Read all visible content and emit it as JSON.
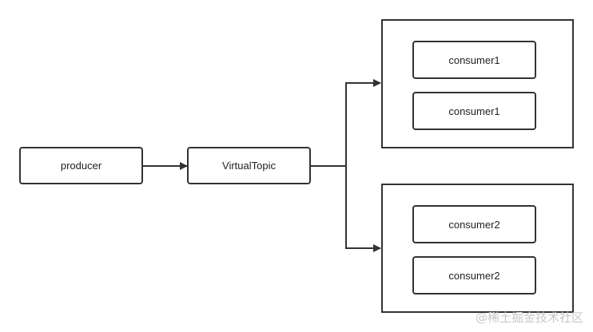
{
  "nodes": {
    "producer": "producer",
    "virtual_topic": "VirtualTopic",
    "group1": {
      "consumer_a": "consumer1",
      "consumer_b": "consumer1"
    },
    "group2": {
      "consumer_a": "consumer2",
      "consumer_b": "consumer2"
    }
  },
  "watermark": "@稀土掘金技术社区",
  "colors": {
    "stroke": "#333333",
    "watermark": "#c8c8c8"
  }
}
